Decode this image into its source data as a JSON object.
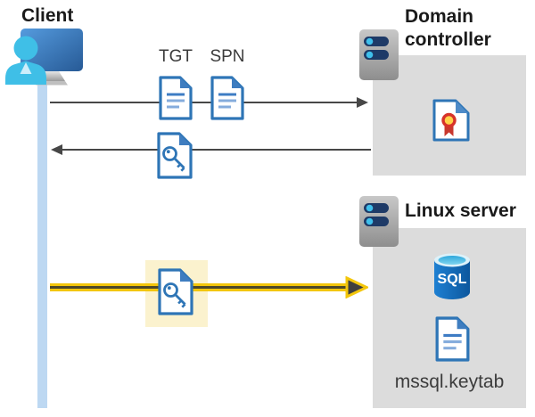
{
  "diagram": {
    "client": {
      "label": "Client"
    },
    "flows": {
      "tgt_label": "TGT",
      "spn_label": "SPN"
    },
    "domain_controller": {
      "label": "Domain controller"
    },
    "linux_server": {
      "label": "Linux server",
      "sql_label": "SQL",
      "keytab_label": "mssql.keytab"
    }
  },
  "icons": {
    "client": "user-workstation-icon",
    "domain_controller": "server-icon",
    "linux_server": "server-icon",
    "tgt": "document-icon",
    "spn": "document-icon",
    "service_ticket": "key-file-icon",
    "highlighted_ticket": "key-file-icon",
    "certificate": "certificate-file-icon",
    "database": "sql-database-icon",
    "keytab": "document-icon"
  },
  "colors": {
    "doc_blue": "#2e75b6",
    "doc_fold_blue": "#3e7dc0",
    "doc_line_light": "#85acdc",
    "arrow_gray": "#474747",
    "timeline_blue": "#bdd8f2",
    "panel_gray": "#dcdcdc",
    "highlight_fill": "#fbf2ce",
    "highlight_yellow": "#f3c60b",
    "sql_blue": "#1272c4",
    "seal_yellow": "#ffd24a",
    "seal_red": "#d7332a",
    "server_bar_navy": "#1e3a67",
    "server_dot_cyan": "#3fc0ec"
  }
}
